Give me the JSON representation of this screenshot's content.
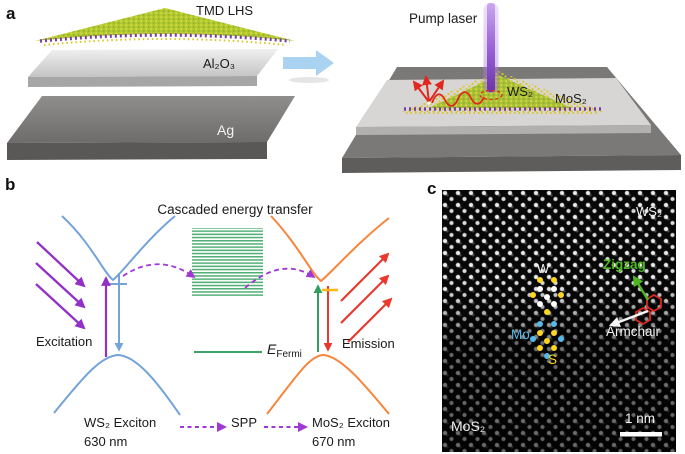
{
  "panel_a": {
    "label": "a",
    "tmd_lhs": "TMD LHS",
    "al2o3": "Al₂O₃",
    "ag": "Ag",
    "pump_laser": "Pump laser",
    "ws2": "WS₂",
    "mos2": "MoS₂"
  },
  "panel_b": {
    "label": "b",
    "title": "Cascaded energy transfer",
    "excitation": "Excitation",
    "emission": "Emission",
    "fermi_symbol": "E",
    "fermi_subscript": "Fermi",
    "ws2_exciton": "WS₂ Exciton",
    "ws2_wavelength": "630 nm",
    "spp": "SPP",
    "mos2_exciton": "MoS₂ Exciton",
    "mos2_wavelength": "670 nm"
  },
  "panel_c": {
    "label": "c",
    "ws2": "WS₂",
    "mos2": "MoS₂",
    "w_atom": "W",
    "mo_atom": "Mo",
    "s_atom": "S",
    "zigzag": "Zigzag",
    "armchair": "Armchair",
    "scale_bar": "1 nm"
  },
  "colors": {
    "band_blue": "#74a3db",
    "band_orange": "#f5863c",
    "excitation_purple": "#9230c8",
    "transfer_violet": "#a238d4",
    "fermi_green": "#3da368",
    "emission_red": "#e8392f",
    "laser_purple": "#8a4fd0",
    "big_arrow_blue": "#a9d3f1",
    "mo_blue": "#56b9e9",
    "s_yellow": "#ffd61f",
    "zigzag_green": "#4cb81f",
    "hexagon_red": "#e0281e"
  }
}
